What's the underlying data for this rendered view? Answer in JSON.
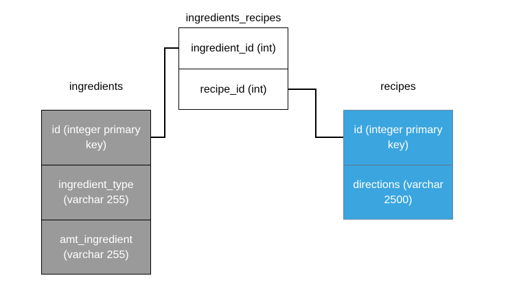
{
  "tables": {
    "ingredients": {
      "title": "ingredients",
      "fill_color": "#9a9a9a",
      "fields": [
        "id (integer primary key)",
        "ingredient_type (varchar 255)",
        "amt_ingredient (varchar 255)"
      ]
    },
    "join": {
      "title": "ingredients_recipes",
      "fill_color": "#ffffff",
      "fields": [
        "ingredient_id (int)",
        "recipe_id (int)"
      ]
    },
    "recipes": {
      "title": "recipes",
      "fill_color": "#3aa5df",
      "fields": [
        "id (integer primary key)",
        "directions (varchar 2500)"
      ]
    }
  },
  "relationships": [
    {
      "from": "ingredients.id",
      "to": "ingredients_recipes.ingredient_id"
    },
    {
      "from": "ingredients_recipes.recipe_id",
      "to": "recipes.id"
    }
  ]
}
